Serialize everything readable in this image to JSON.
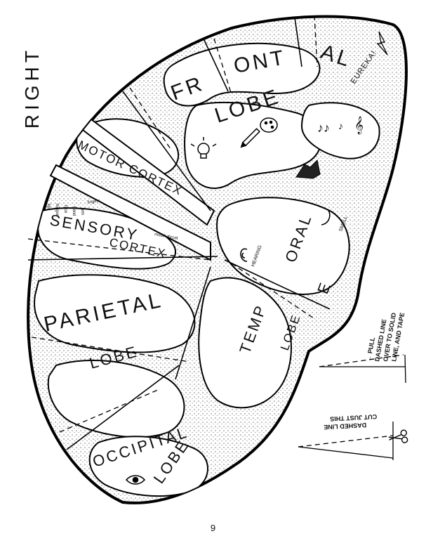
{
  "side_label": "RIGHT",
  "page_number": "9",
  "regions": {
    "frontal": [
      "FR",
      "ONT",
      "AL"
    ],
    "frontal_lobe_word": "LOBE",
    "eureka": "EUREKA!",
    "motor": "MOTOR CORTEX",
    "sensory": "SENSORY",
    "sensory_cortex": "CORTEX",
    "parietal": "PARIETAL",
    "parietal_lobe": "LOBE",
    "temporal_top": "ORAL",
    "temporal_e": "E",
    "temporal_temp": "TEMP",
    "temporal_lobe": "LOBE",
    "occipital": "OCCIPITAL",
    "occipital_lobe": "LOBE",
    "hearing": "HEARING",
    "smell": "SMELL",
    "sensory_parts": [
      "lips",
      "tongue",
      "face",
      "hand",
      "arm",
      "fingers"
    ],
    "sensory_mouth": "mouth throat"
  },
  "instructions": {
    "pull": [
      "← PULL",
      "DASHED LINE",
      "OVER TO SOLID",
      "LINE, AND TAPE"
    ],
    "cut": [
      "CUT JUST THIS",
      "DASHED LINE"
    ]
  },
  "icons": [
    "lightbulb-icon",
    "pencil-icon",
    "paint-palette-icon",
    "music-notes-icon",
    "treble-clef-icon",
    "lightning-icon",
    "eye-icon",
    "ear-icon",
    "scissors-icon",
    "sculpture-icon"
  ]
}
